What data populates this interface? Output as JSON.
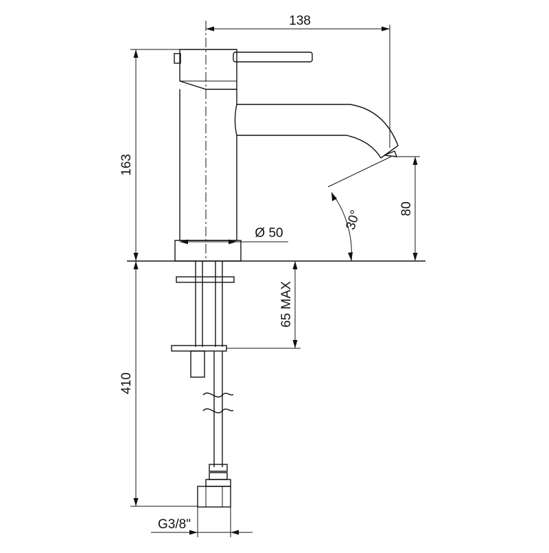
{
  "dimensions": {
    "width": "138",
    "height": "163",
    "diameter": "Ø 50",
    "angle": "30°",
    "spout_height": "80",
    "deck_thickness": "65 MAX",
    "hose_length": "410",
    "thread": "G3/8\""
  }
}
